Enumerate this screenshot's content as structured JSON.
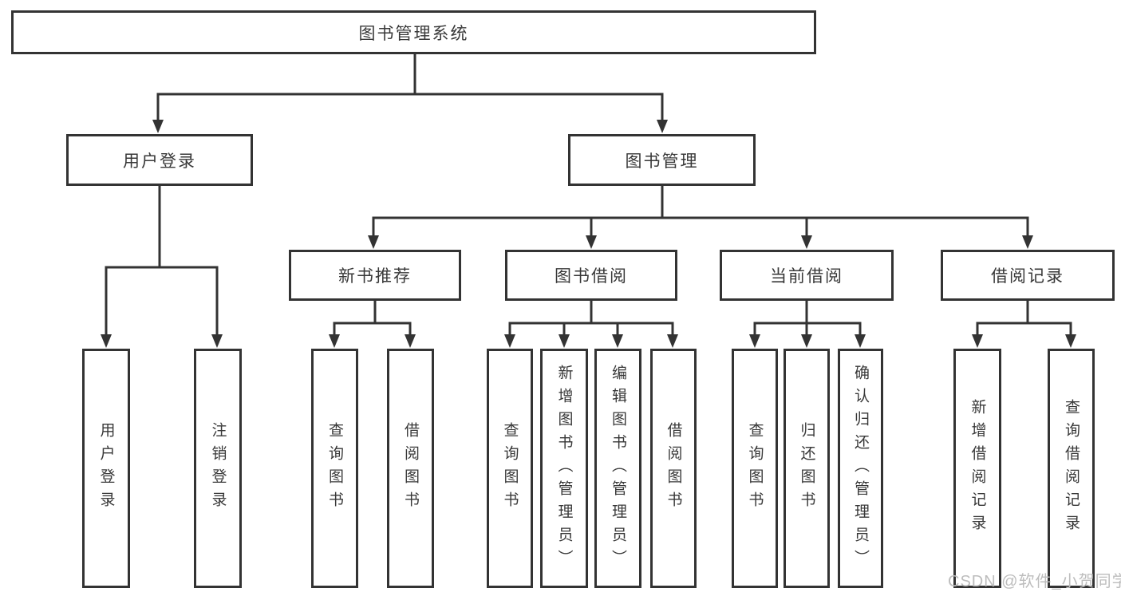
{
  "tree": {
    "label": "图书管理系统",
    "children": [
      {
        "label": "用户登录",
        "children": [
          {
            "label": "用户登录"
          },
          {
            "label": "注销登录"
          }
        ]
      },
      {
        "label": "图书管理",
        "children": [
          {
            "label": "新书推荐",
            "children": [
              {
                "label": "查询图书"
              },
              {
                "label": "借阅图书"
              }
            ]
          },
          {
            "label": "图书借阅",
            "children": [
              {
                "label": "查询图书"
              },
              {
                "label": "新增图书（管理员）"
              },
              {
                "label": "编辑图书（管理员）"
              },
              {
                "label": "借阅图书"
              }
            ]
          },
          {
            "label": "当前借阅",
            "children": [
              {
                "label": "查询图书"
              },
              {
                "label": "归还图书"
              },
              {
                "label": "确认归还（管理员）"
              }
            ]
          },
          {
            "label": "借阅记录",
            "children": [
              {
                "label": "新增借阅记录"
              },
              {
                "label": "查询借阅记录"
              }
            ]
          }
        ]
      }
    ]
  },
  "watermark": {
    "text": "CSDN @软件_小贺同学"
  },
  "colors": {
    "line": "#333333",
    "box_border": "#333333",
    "box_fill": "#ffffff",
    "text": "#383838",
    "watermark": "#bdbdbd"
  }
}
